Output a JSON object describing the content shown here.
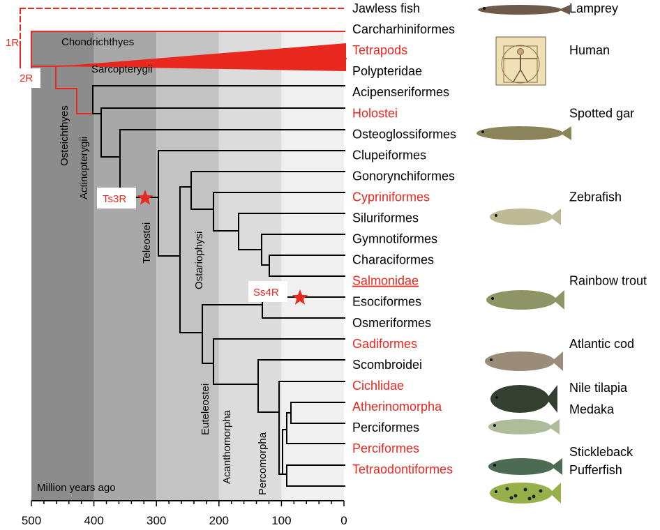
{
  "axis": {
    "label": "Million years ago",
    "ticks": [
      500,
      400,
      300,
      200,
      100,
      0
    ]
  },
  "time_bands": [
    {
      "from": 500,
      "to": 400,
      "color": "#8c8c8c"
    },
    {
      "from": 400,
      "to": 300,
      "color": "#a8a8a8"
    },
    {
      "from": 300,
      "to": 200,
      "color": "#c3c3c3"
    },
    {
      "from": 200,
      "to": 100,
      "color": "#dcdcdc"
    },
    {
      "from": 100,
      "to": 0,
      "color": "#f0f0f0"
    }
  ],
  "colors": {
    "highlight": "#e8281e",
    "normal": "#000000"
  },
  "tips": [
    {
      "label": "Jawless fish",
      "highlight": false,
      "common": "Lamprey"
    },
    {
      "label": "Carcharhiniformes",
      "highlight": false
    },
    {
      "label": "Tetrapods",
      "highlight": true,
      "common": "Human"
    },
    {
      "label": "Polypteridae",
      "highlight": false
    },
    {
      "label": "Acipenseriformes",
      "highlight": false
    },
    {
      "label": "Holostei",
      "highlight": true,
      "common": "Spotted gar"
    },
    {
      "label": "Osteoglossiformes",
      "highlight": false
    },
    {
      "label": "Clupeiformes",
      "highlight": false
    },
    {
      "label": "Gonorynchiformes",
      "highlight": false
    },
    {
      "label": "Cypriniformes",
      "highlight": true,
      "common": "Zebrafish"
    },
    {
      "label": "Siluriformes",
      "highlight": false
    },
    {
      "label": "Gymnotiformes",
      "highlight": false
    },
    {
      "label": "Characiformes",
      "highlight": false
    },
    {
      "label": "Salmonidae",
      "highlight": true,
      "underline": true,
      "common": "Rainbow trout"
    },
    {
      "label": "Esociformes",
      "highlight": false
    },
    {
      "label": "Osmeriformes",
      "highlight": false
    },
    {
      "label": "Gadiformes",
      "highlight": true,
      "common": "Atlantic cod"
    },
    {
      "label": "Scombroidei",
      "highlight": false
    },
    {
      "label": "Cichlidae",
      "highlight": true,
      "common": "Nile tilapia"
    },
    {
      "label": "Atherinomorpha",
      "highlight": true,
      "common": "Medaka"
    },
    {
      "label": "Perciformes",
      "highlight": false
    },
    {
      "label": "Perciformes",
      "highlight": true,
      "common": "Stickleback"
    },
    {
      "label": "Tetraodontiformes",
      "highlight": true,
      "common": "Pufferfish"
    }
  ],
  "clades": {
    "chondrichthyes": "Chondrichthyes",
    "sarcopterygii": "Sarcopterygii",
    "osteichthyes": "Osteichthyes",
    "actinopterygii": "Actinopterygii",
    "teleostei": "Teleostei",
    "ostariophysi": "Ostariophysi",
    "euteleostei": "Euteleostei",
    "acanthomorpha": "Acanthomorpha",
    "percomorpha": "Percomorpha"
  },
  "events": {
    "r1": "1R",
    "r2": "2R",
    "ts3r": "Ts3R",
    "ss4r": "Ss4R"
  }
}
